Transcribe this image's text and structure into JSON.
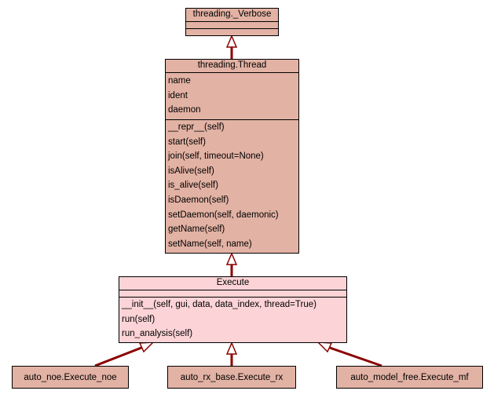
{
  "colors": {
    "class_fill": "#e2b2a4",
    "focus_fill": "#fcd3d6",
    "edge": "#8b0000",
    "border": "#000000"
  },
  "classes": {
    "verbose": {
      "name": "threading._Verbose",
      "attributes": [],
      "methods": []
    },
    "thread": {
      "name": "threading.Thread",
      "attributes": [
        "name",
        "ident",
        "daemon"
      ],
      "methods": [
        "__repr__(self)",
        "start(self)",
        "join(self, timeout=None)",
        "isAlive(self)",
        "is_alive(self)",
        "isDaemon(self)",
        "setDaemon(self, daemonic)",
        "getName(self)",
        "setName(self, name)"
      ]
    },
    "execute": {
      "name": "Execute",
      "attributes": [],
      "methods": [
        "__init__(self, gui, data, data_index, thread=True)",
        "run(self)",
        "run_analysis(self)"
      ]
    },
    "execute_noe": {
      "name": "auto_noe.Execute_noe"
    },
    "execute_rx": {
      "name": "auto_rx_base.Execute_rx"
    },
    "execute_mf": {
      "name": "auto_model_free.Execute_mf"
    }
  },
  "edges": [
    {
      "from": "threading.Thread",
      "to": "threading._Verbose",
      "type": "inheritance"
    },
    {
      "from": "Execute",
      "to": "threading.Thread",
      "type": "inheritance"
    },
    {
      "from": "auto_noe.Execute_noe",
      "to": "Execute",
      "type": "inheritance"
    },
    {
      "from": "auto_rx_base.Execute_rx",
      "to": "Execute",
      "type": "inheritance"
    },
    {
      "from": "auto_model_free.Execute_mf",
      "to": "Execute",
      "type": "inheritance"
    }
  ]
}
